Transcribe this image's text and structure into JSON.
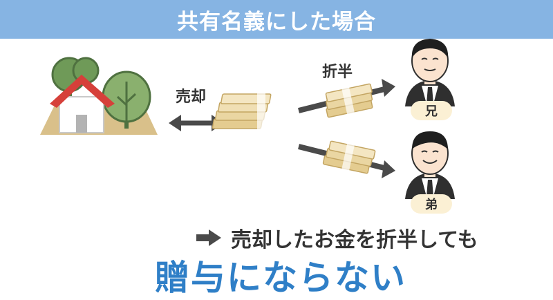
{
  "header": {
    "title": "共有名義にした場合"
  },
  "labels": {
    "sale": "売却",
    "half": "折半"
  },
  "people": [
    {
      "label": "兄"
    },
    {
      "label": "弟"
    }
  ],
  "conclusion": {
    "line1": "売却したお金を折半しても",
    "line2": "贈与にならない"
  },
  "colors": {
    "header_bg": "#86b4e3",
    "arrow": "#4a4a4a",
    "emphasis": "#2f7fc7",
    "badge_bg": "#fbf0d4",
    "money": "#e4cc90"
  }
}
